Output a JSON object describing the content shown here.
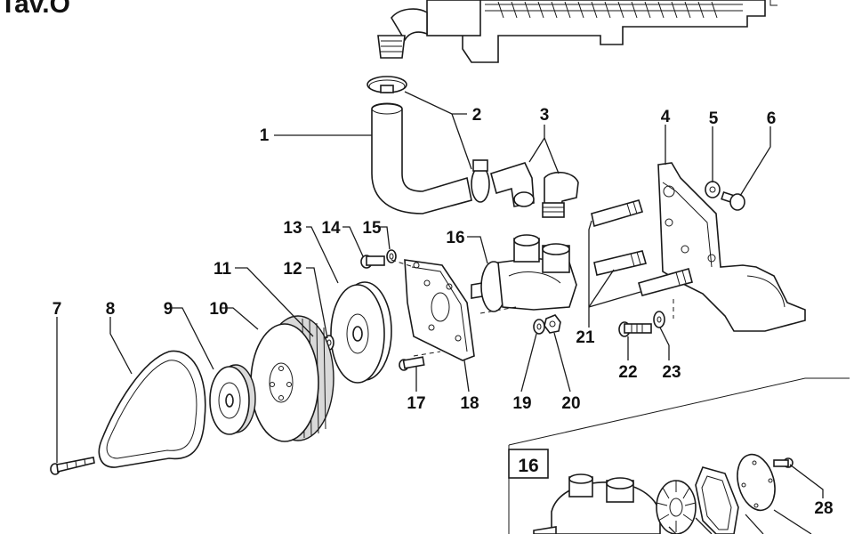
{
  "diagram": {
    "title": "Tav.O",
    "inset_title": "16",
    "callouts": [
      "1",
      "2",
      "3",
      "4",
      "5",
      "6",
      "7",
      "8",
      "9",
      "10",
      "11",
      "12",
      "13",
      "14",
      "15",
      "16",
      "17",
      "18",
      "19",
      "20",
      "21",
      "22",
      "23",
      "28"
    ]
  },
  "colors": {
    "line": "#1a1a1a",
    "shade": "#d9d9d9",
    "background": "#ffffff"
  }
}
